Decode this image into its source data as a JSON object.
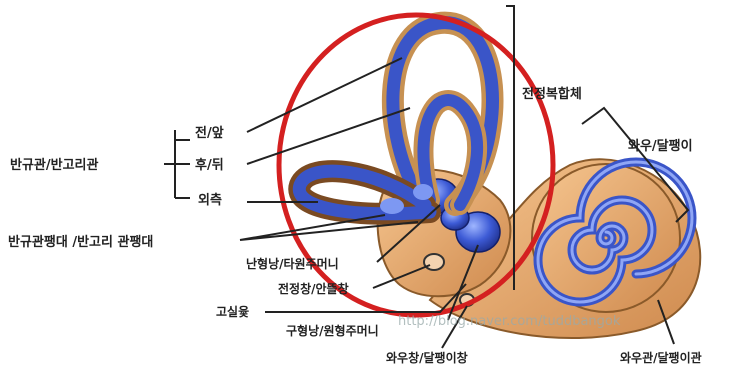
{
  "labels": {
    "semicircular_canals": "반규관/반고리관",
    "anterior": "전/앞",
    "posterior": "후/뒤",
    "lateral": "외측",
    "ampulla": "반규관팽대 /반고리 관팽대",
    "utricle": "난형낭/타원주머니",
    "vestibular_window": "전정창/안뜰창",
    "fossa": "고실윷",
    "saccule": "구형낭/원형주머니",
    "cochlear_window": "와우창/달팽이창",
    "cochlear_duct": "와우관/달팽이관",
    "cochlea": "와우/달팽이",
    "vestibular_complex": "전정복합체"
  },
  "watermark": "http://blog.naver.com/tuddbangok",
  "colors": {
    "highlight_ring": "#d42020",
    "canal_blue": "#3a55c8",
    "bone_tan": "#e7a86a"
  }
}
